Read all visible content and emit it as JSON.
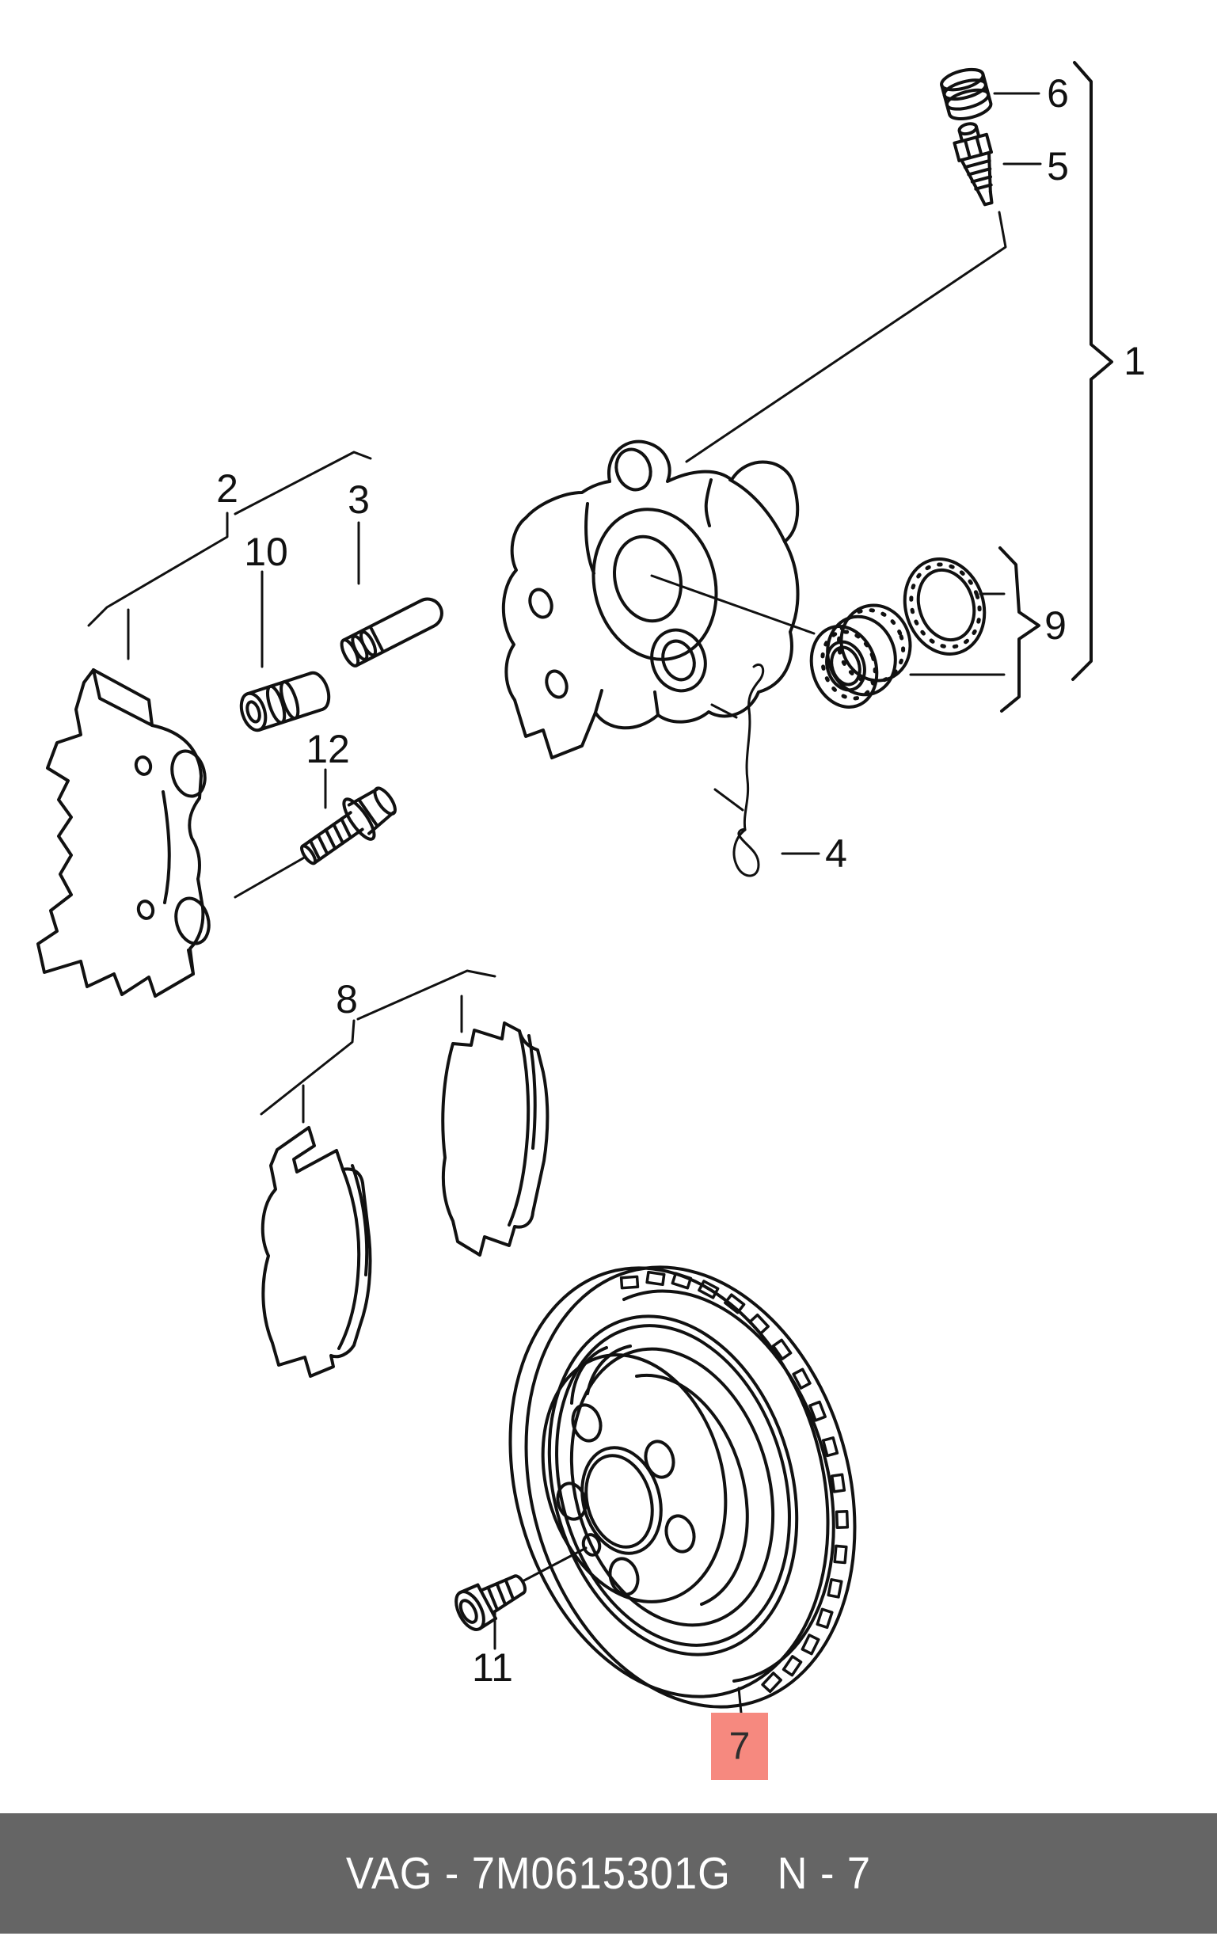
{
  "diagram": {
    "callouts": {
      "item1": "1",
      "item2": "2",
      "item3": "3",
      "item4": "4",
      "item5": "5",
      "item6": "6",
      "item7": "7",
      "item8": "8",
      "item9": "9",
      "item10": "10",
      "item11": "11",
      "item12": "12"
    },
    "highlighted_item": "7",
    "highlight_color": "#f6897f",
    "line_color": "#111111"
  },
  "footer": {
    "part_code": "VAG - 7M0615301G",
    "page_ref": "N - 7",
    "bar_color": "#656565"
  }
}
